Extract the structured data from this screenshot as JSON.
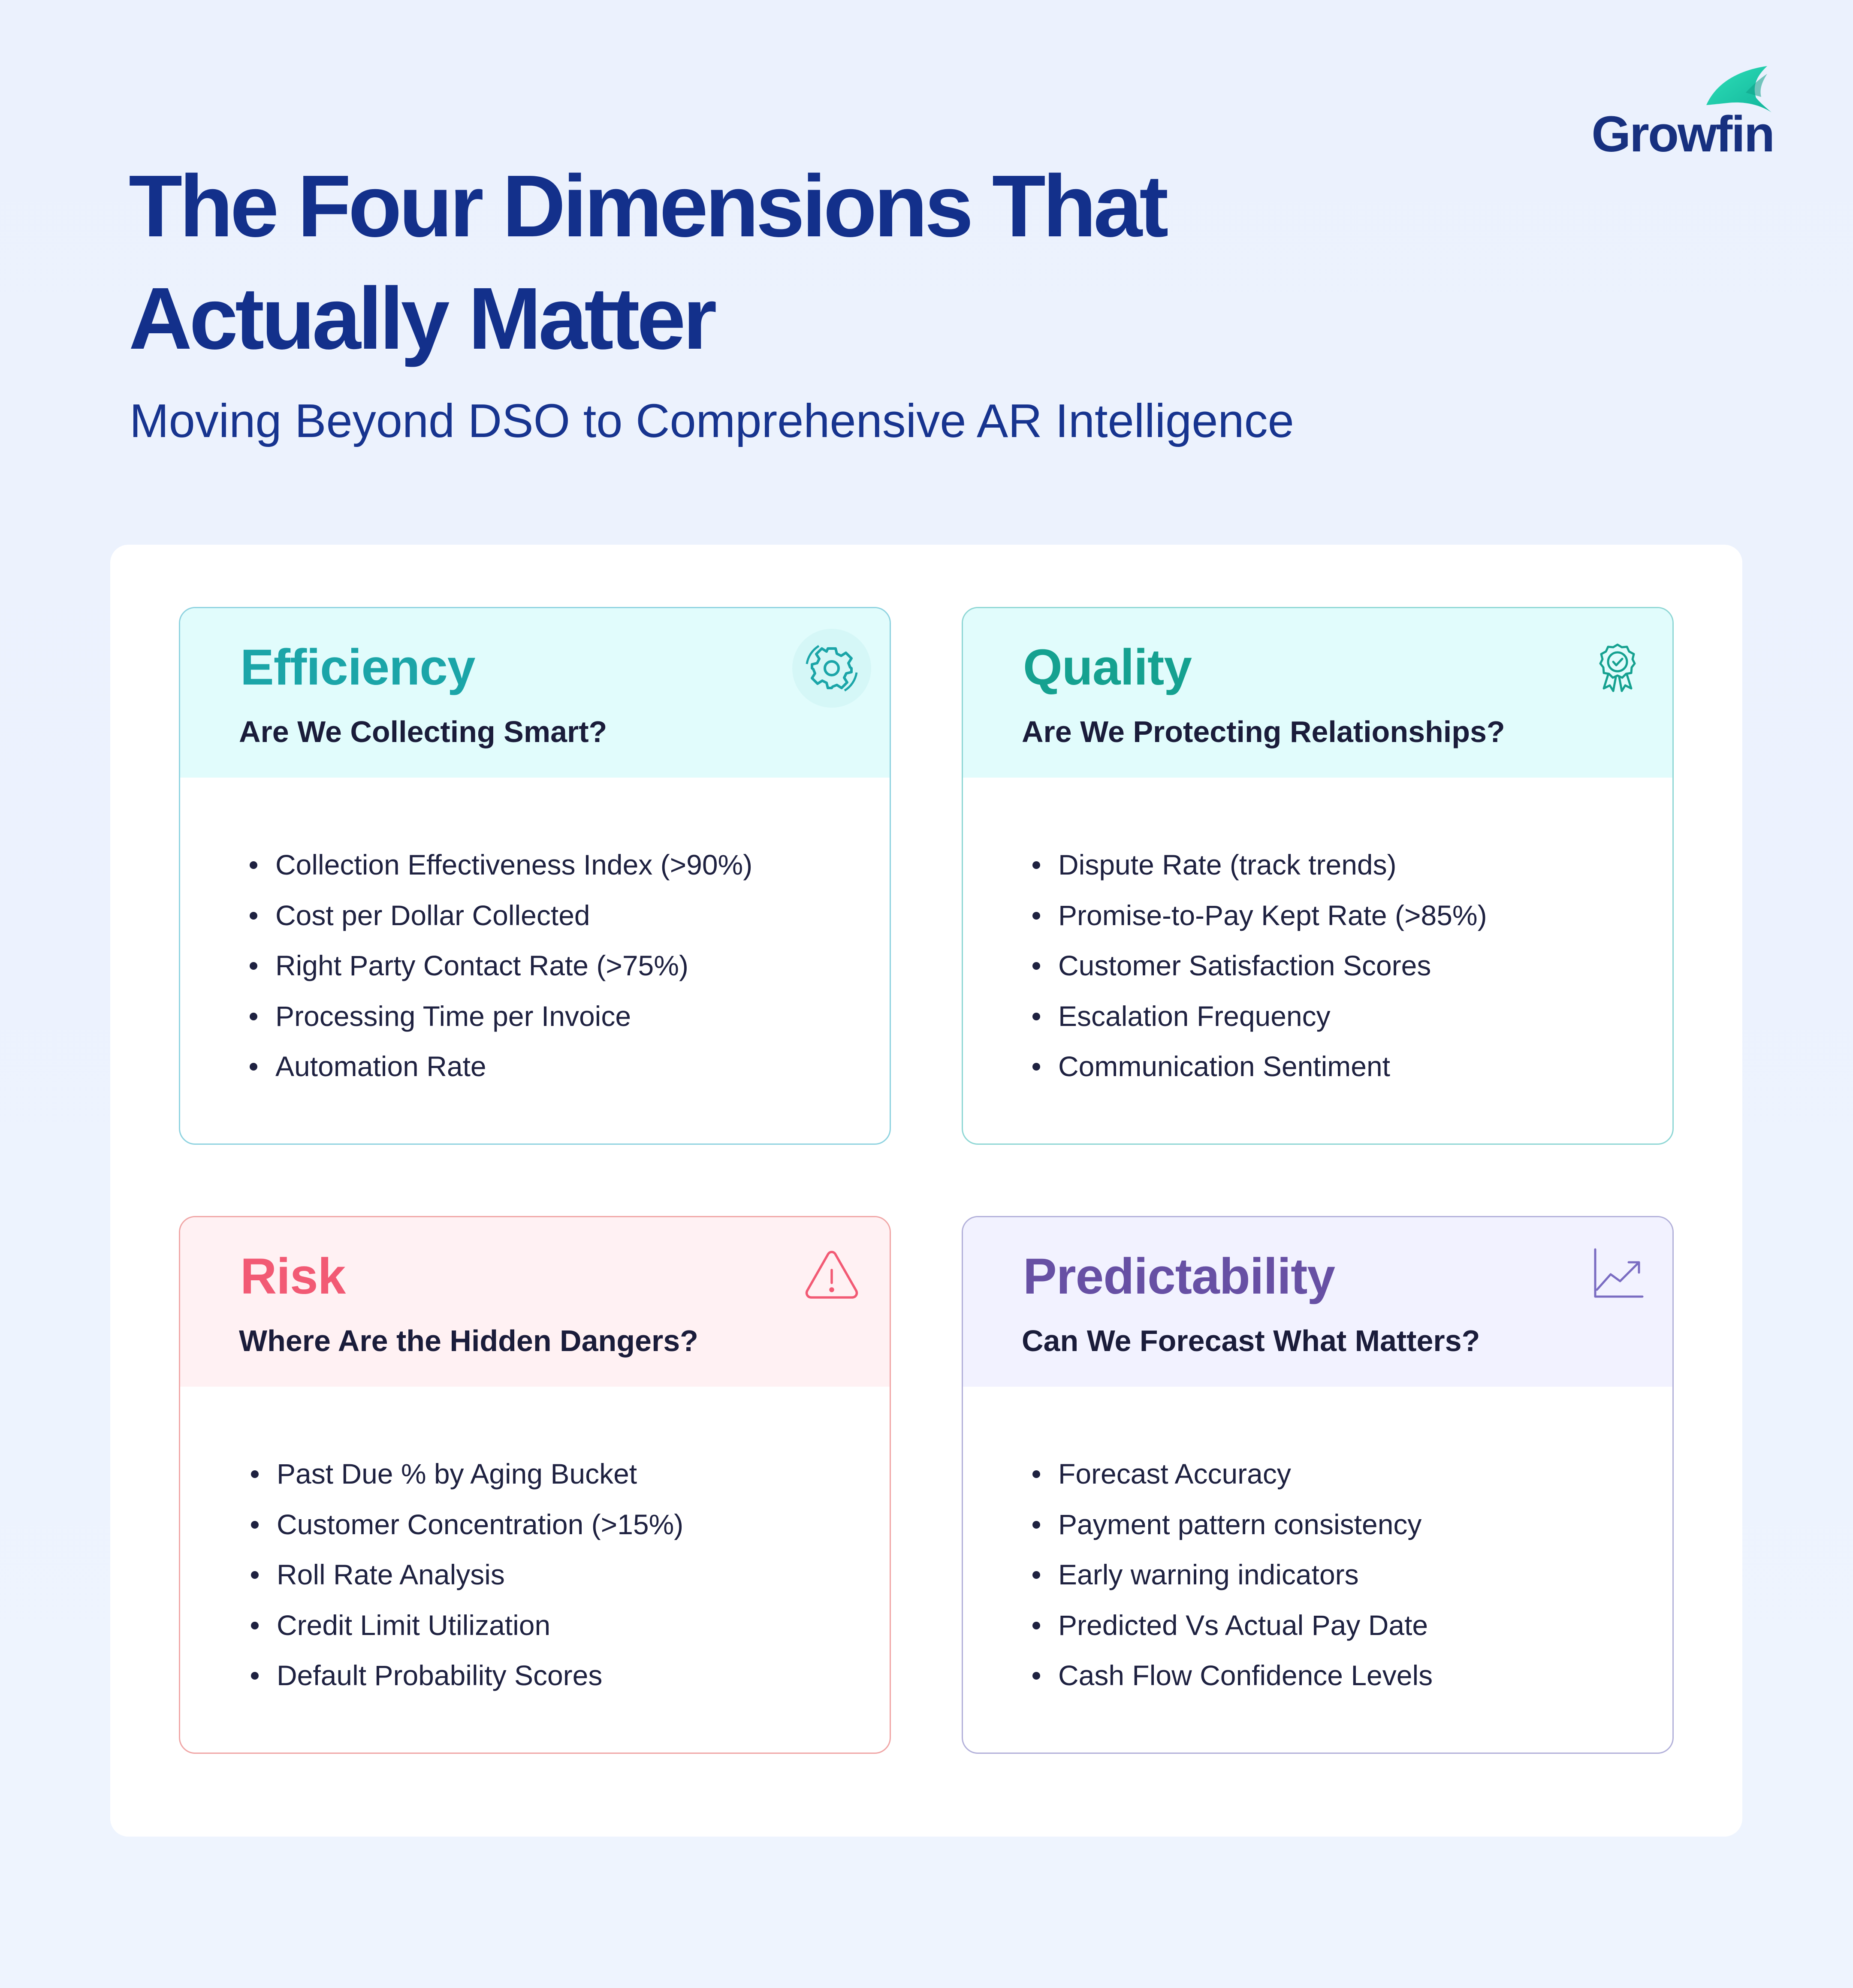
{
  "brand": {
    "name": "Growfin",
    "logo_icon": "fin-icon",
    "logo_color": "#19C8A6",
    "text_color": "#17307F"
  },
  "header": {
    "title": "The Four Dimensions That Actually Matter",
    "subtitle": "Moving Beyond DSO to Comprehensive AR Intelligence"
  },
  "cards": [
    {
      "title": "Efficiency",
      "question": "Are We Collecting Smart?",
      "icon": "gear-icon",
      "accent": "#1BA5A8",
      "items": [
        "Collection Effectiveness Index (>90%)",
        "Cost per Dollar Collected",
        "Right Party Contact Rate (>75%)",
        "Processing Time per Invoice",
        "Automation Rate"
      ]
    },
    {
      "title": "Quality",
      "question": "Are We Protecting Relationships?",
      "icon": "award-badge-icon",
      "accent": "#15A190",
      "items": [
        "Dispute Rate (track trends)",
        "Promise-to-Pay Kept Rate (>85%)",
        "Customer Satisfaction Scores",
        "Escalation Frequency",
        "Communication Sentiment"
      ]
    },
    {
      "title": "Risk",
      "question": "Where Are the Hidden Dangers?",
      "icon": "warning-triangle-icon",
      "accent": "#F25A74",
      "items": [
        "Past Due % by Aging Bucket",
        "Customer Concentration (>15%)",
        "Roll Rate Analysis",
        "Credit Limit Utilization",
        "Default Probability Scores"
      ]
    },
    {
      "title": "Predictability",
      "question": "Can We Forecast What Matters?",
      "icon": "trend-chart-icon",
      "accent": "#6750A4",
      "items": [
        "Forecast Accuracy",
        "Payment pattern consistency",
        "Early warning indicators",
        "Predicted Vs Actual Pay Date",
        "Cash Flow Confidence Levels"
      ]
    }
  ]
}
